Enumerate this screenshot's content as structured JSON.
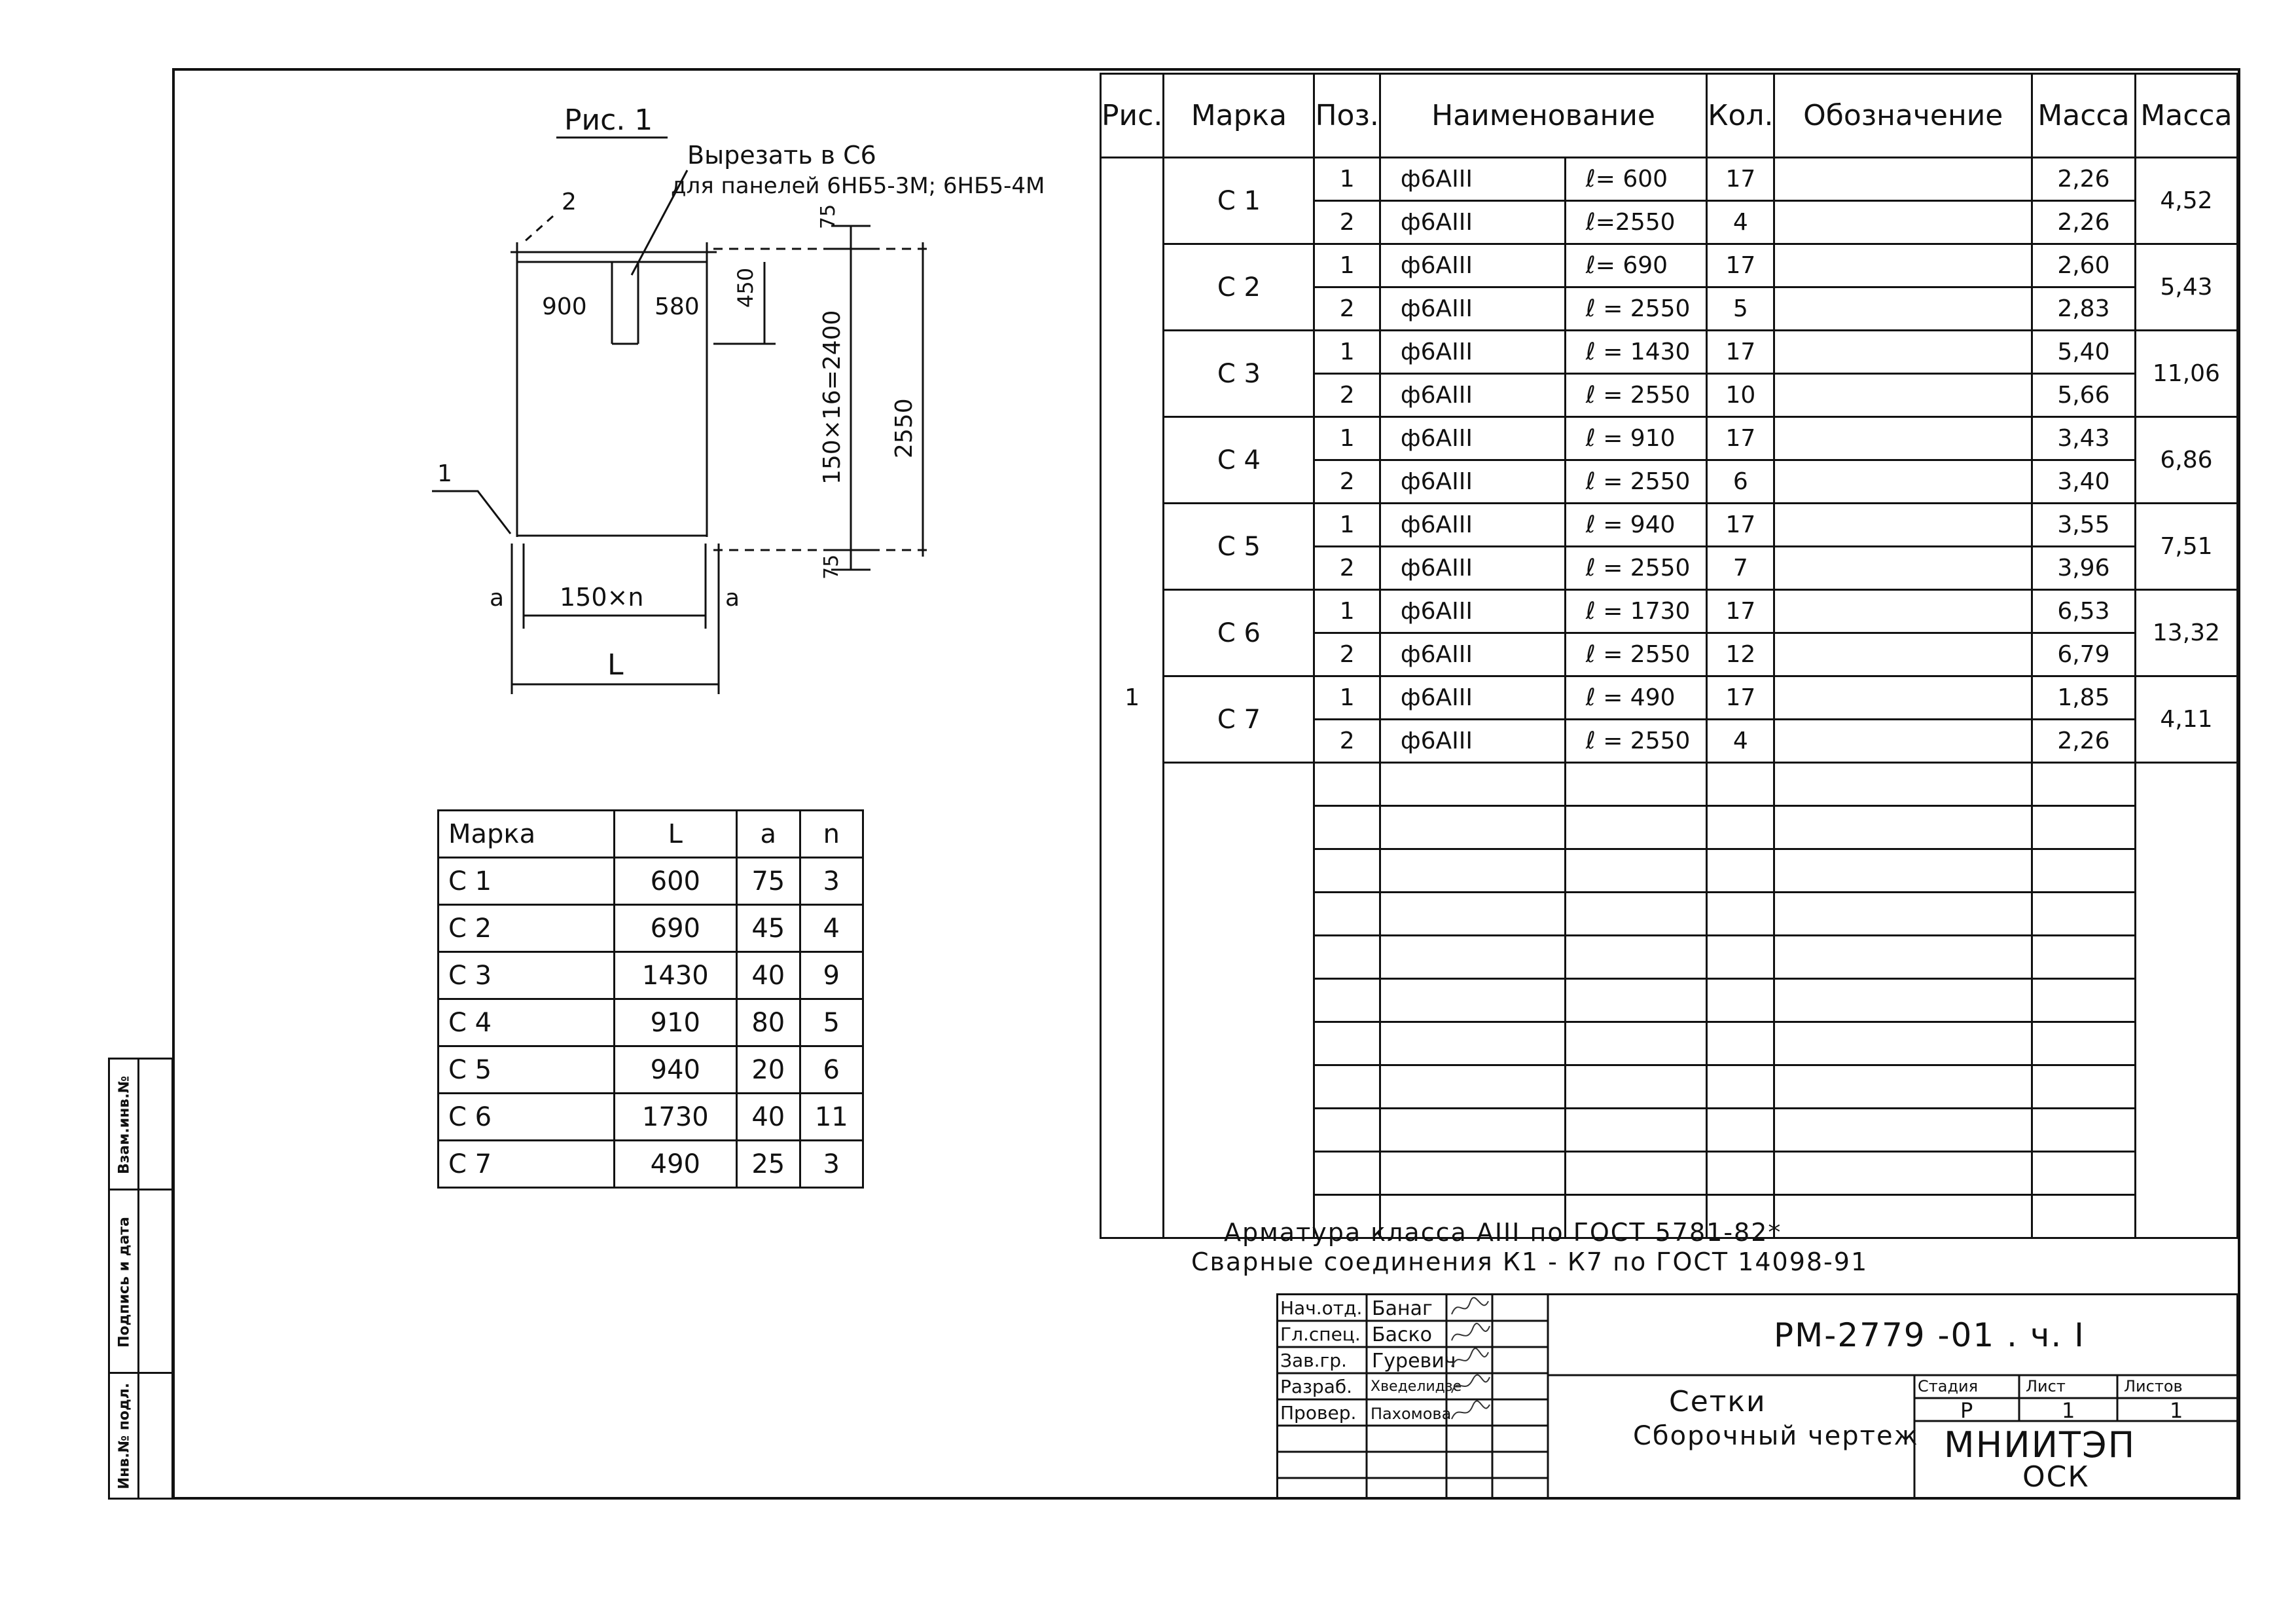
{
  "figure": {
    "title": "Рис. 1",
    "note_line1": "Вырезать в С6",
    "note_line2": "для панелей 6НБ5-3М; 6НБ5-4М",
    "pos_callout_1": "1",
    "pos_callout_2": "2",
    "dim_900": "900",
    "dim_580": "580",
    "dim_450": "450",
    "dim_top_75": "75",
    "dim_bottom_75": "75",
    "dim_2400": "150×16=2400",
    "dim_2550": "2550",
    "dim_150n": "150×n",
    "dim_a_left": "a",
    "dim_a_right": "a",
    "dim_L": "L"
  },
  "param_table": {
    "headers": [
      "Марка",
      "L",
      "a",
      "n"
    ],
    "rows": [
      [
        "С 1",
        "600",
        "75",
        "3"
      ],
      [
        "С 2",
        "690",
        "45",
        "4"
      ],
      [
        "С 3",
        "1430",
        "40",
        "9"
      ],
      [
        "С 4",
        "910",
        "80",
        "5"
      ],
      [
        "С 5",
        "940",
        "20",
        "6"
      ],
      [
        "С 6",
        "1730",
        "40",
        "11"
      ],
      [
        "С 7",
        "490",
        "25",
        "3"
      ]
    ]
  },
  "spec_table": {
    "headers": {
      "ris": "Рис.",
      "marka": "Марка",
      "poz": "Поз.",
      "name": "Наименование",
      "kol": "Кол.",
      "oboz": "Обозначение",
      "massa1": "Масса",
      "massa2": "Масса"
    },
    "ris_value": "1",
    "groups": [
      {
        "mark": "С 1",
        "total": "4,52",
        "rows": [
          {
            "poz": "1",
            "name": "ф6АIII",
            "len": "ℓ= 600",
            "kol": "17",
            "mass": "2,26"
          },
          {
            "poz": "2",
            "name": "ф6АIII",
            "len": "ℓ=2550",
            "kol": "4",
            "mass": "2,26"
          }
        ]
      },
      {
        "mark": "С 2",
        "total": "5,43",
        "rows": [
          {
            "poz": "1",
            "name": "ф6АIII",
            "len": "ℓ= 690",
            "kol": "17",
            "mass": "2,60"
          },
          {
            "poz": "2",
            "name": "ф6АIII",
            "len": "ℓ = 2550",
            "kol": "5",
            "mass": "2,83"
          }
        ]
      },
      {
        "mark": "С 3",
        "total": "11,06",
        "rows": [
          {
            "poz": "1",
            "name": "ф6АIII",
            "len": "ℓ = 1430",
            "kol": "17",
            "mass": "5,40"
          },
          {
            "poz": "2",
            "name": "ф6АIII",
            "len": "ℓ = 2550",
            "kol": "10",
            "mass": "5,66"
          }
        ]
      },
      {
        "mark": "С 4",
        "total": "6,86",
        "rows": [
          {
            "poz": "1",
            "name": "ф6АIII",
            "len": "ℓ = 910",
            "kol": "17",
            "mass": "3,43"
          },
          {
            "poz": "2",
            "name": "ф6АIII",
            "len": "ℓ = 2550",
            "kol": "6",
            "mass": "3,40"
          }
        ]
      },
      {
        "mark": "С 5",
        "total": "7,51",
        "rows": [
          {
            "poz": "1",
            "name": "ф6АIII",
            "len": "ℓ = 940",
            "kol": "17",
            "mass": "3,55"
          },
          {
            "poz": "2",
            "name": "ф6АIII",
            "len": "ℓ = 2550",
            "kol": "7",
            "mass": "3,96"
          }
        ]
      },
      {
        "mark": "С 6",
        "total": "13,32",
        "rows": [
          {
            "poz": "1",
            "name": "ф6АIII",
            "len": "ℓ = 1730",
            "kol": "17",
            "mass": "6,53"
          },
          {
            "poz": "2",
            "name": "ф6АIII",
            "len": "ℓ = 2550",
            "kol": "12",
            "mass": "6,79"
          }
        ]
      },
      {
        "mark": "С 7",
        "total": "4,11",
        "rows": [
          {
            "poz": "1",
            "name": "ф6АIII",
            "len": "ℓ = 490",
            "kol": "17",
            "mass": "1,85"
          },
          {
            "poz": "2",
            "name": "ф6АIII",
            "len": "ℓ = 2550",
            "kol": "4",
            "mass": "2,26"
          }
        ]
      }
    ]
  },
  "notes": {
    "line1": "Арматура класса АIII по ГОСТ 5781-82*",
    "line2": "Сварные соединения К1 - К7 по ГОСТ 14098-91"
  },
  "title_block": {
    "roles": [
      "Нач.отд.",
      "Гл.спец.",
      "Зав.гр.",
      "Разраб.",
      "Провер."
    ],
    "names": [
      "Банаг",
      "Баско",
      "Гуревич",
      "Хведелидзе",
      "Пахомова"
    ],
    "code": "РМ-2779 -01 . ч. I",
    "title1": "Сетки",
    "title2": "Сборочный чертеж",
    "stage_label": "Стадия",
    "sheet_label": "Лист",
    "sheets_label": "Листов",
    "stage": "Р",
    "sheet": "1",
    "sheets": "1",
    "org1": "МНИИТЭП",
    "org2": "ОСК"
  },
  "side_strip": {
    "a": "Взам.инв.№",
    "b": "Подпись и дата",
    "c": "Инв.№ подл."
  }
}
